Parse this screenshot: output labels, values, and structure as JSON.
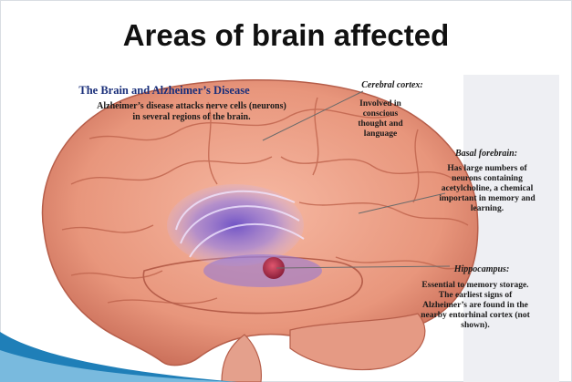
{
  "slide": {
    "title": "Areas of brain affected"
  },
  "figure": {
    "title": "The Brain and Alzheimer’s Disease",
    "subtitle": "Alzheimer’s disease attacks nerve cells (neurons) in several regions of the brain.",
    "labels": [
      {
        "name": "Cerebral cortex:",
        "description": "Involved in conscious thought and language"
      },
      {
        "name": "Basal forebrain:",
        "description": "Has large numbers of neurons containing acetylcholine, a chemical important in memory and learning."
      },
      {
        "name": "Hippocampus:",
        "description": "Essential to memory storage. The earliest signs of Alzheimer’s are found in the nearby entorhinal cortex (not shown)."
      }
    ]
  },
  "colors": {
    "brain": "#e8967c",
    "brain_shadow": "#c96d58",
    "highlight": "#8a6bd6",
    "accent_blue": "#1f7fb8",
    "figure_title": "#1a2f7a"
  }
}
